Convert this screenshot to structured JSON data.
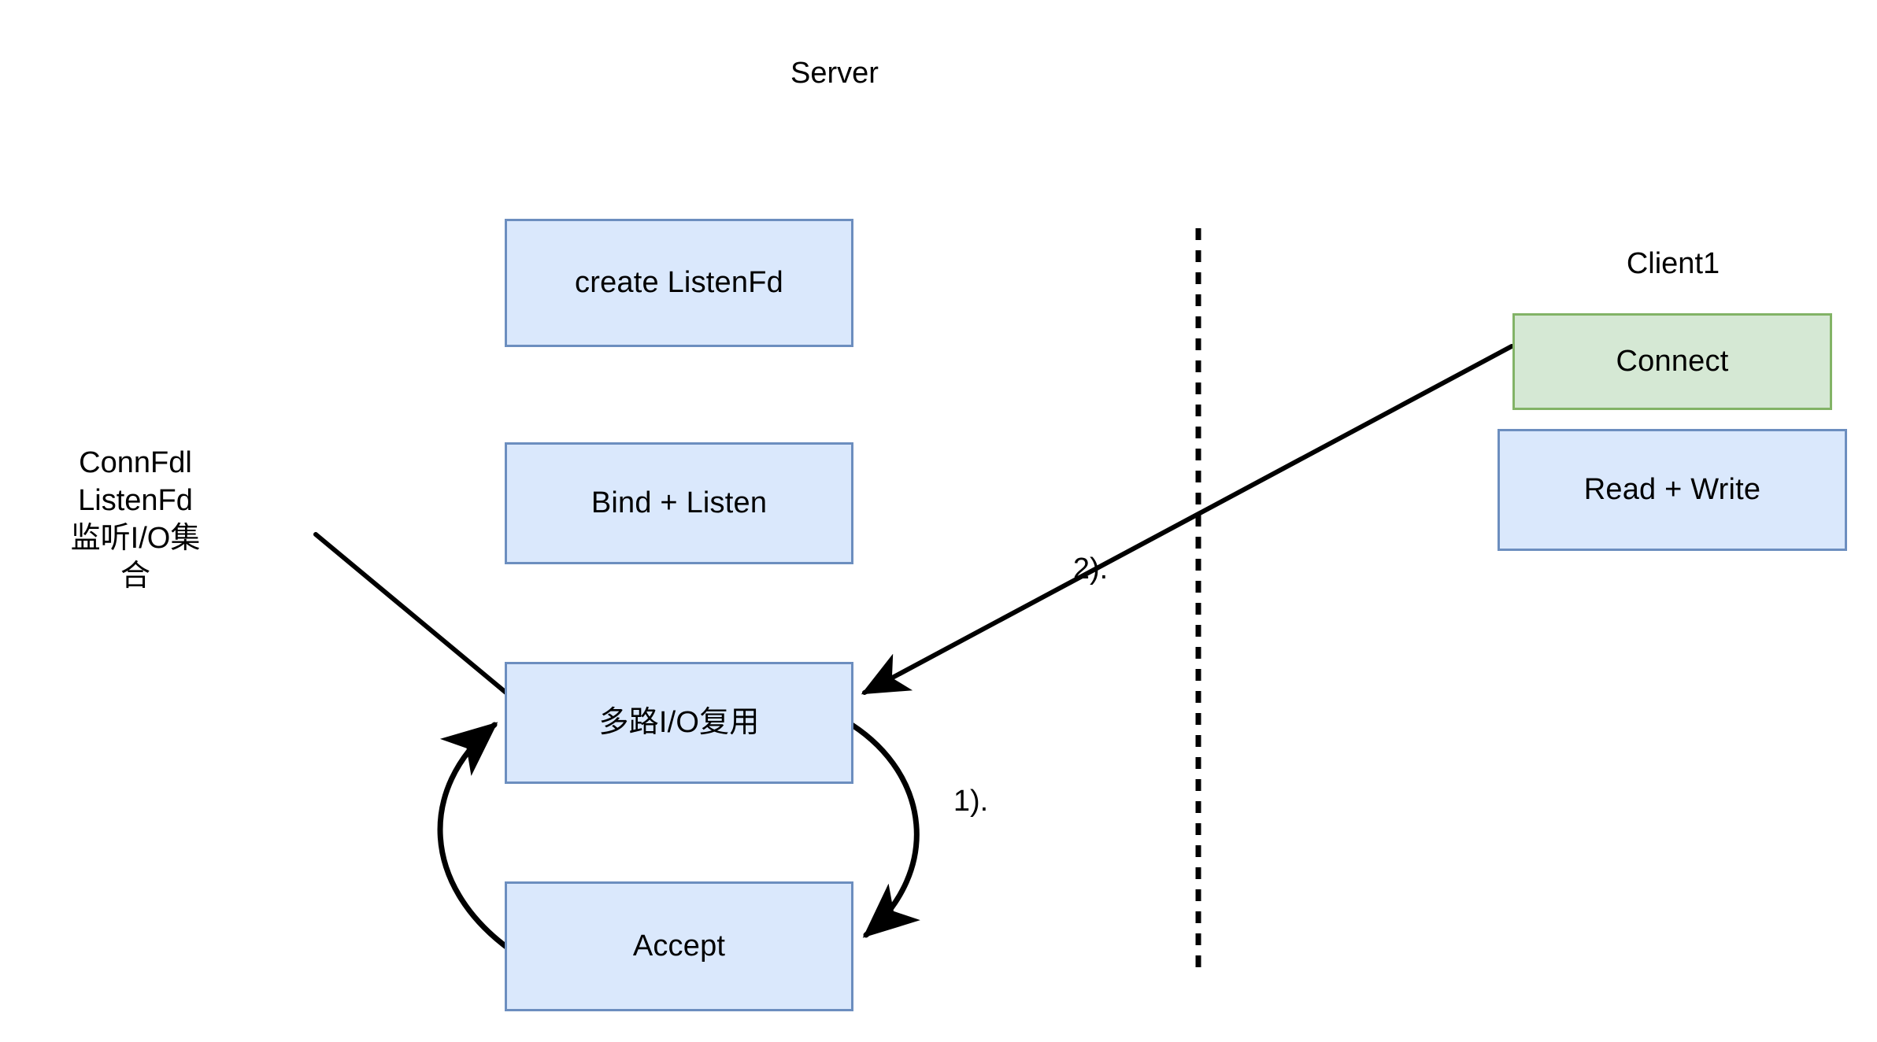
{
  "diagram": {
    "type": "flowchart",
    "title_server": "Server",
    "title_client": "Client1",
    "colors": {
      "blue_fill": "#dae8fc",
      "blue_stroke": "#6c8ebf",
      "green_fill": "#d5e8d4",
      "green_stroke": "#82b366",
      "edge_stroke": "#000000",
      "background": "#ffffff"
    },
    "nodes": {
      "create_listenfd": "create ListenFd",
      "bind_listen": "Bind + Listen",
      "io_multiplex": "多路I/O复用",
      "accept": "Accept",
      "connect": "Connect",
      "read_write": "Read + Write"
    },
    "annotations": {
      "side_note": "ConnFdl ListenFd 监听I/O集合",
      "side_note_lines": [
        "ConnFdl",
        "ListenFd",
        "监听I/O集",
        "合"
      ],
      "edge_1": "1).",
      "edge_2": "2)."
    },
    "edges": [
      {
        "name": "io-multiplex-to-accept",
        "label": "1).",
        "from": "多路I/O复用",
        "to": "Accept",
        "style": "curved-arrow"
      },
      {
        "name": "accept-to-io-multiplex",
        "label": "",
        "from": "Accept",
        "to": "多路I/O复用",
        "style": "curved-arrow"
      },
      {
        "name": "connect-to-io-multiplex",
        "label": "2).",
        "from": "Connect",
        "to": "多路I/O复用",
        "style": "straight-arrow"
      },
      {
        "name": "side-note-to-io-multiplex",
        "label": "",
        "from": "ConnFdl ListenFd 监听I/O集合",
        "to": "多路I/O复用",
        "style": "straight-line"
      }
    ],
    "divider": {
      "name": "server-client-divider",
      "orientation": "vertical",
      "style": "dashed"
    }
  }
}
